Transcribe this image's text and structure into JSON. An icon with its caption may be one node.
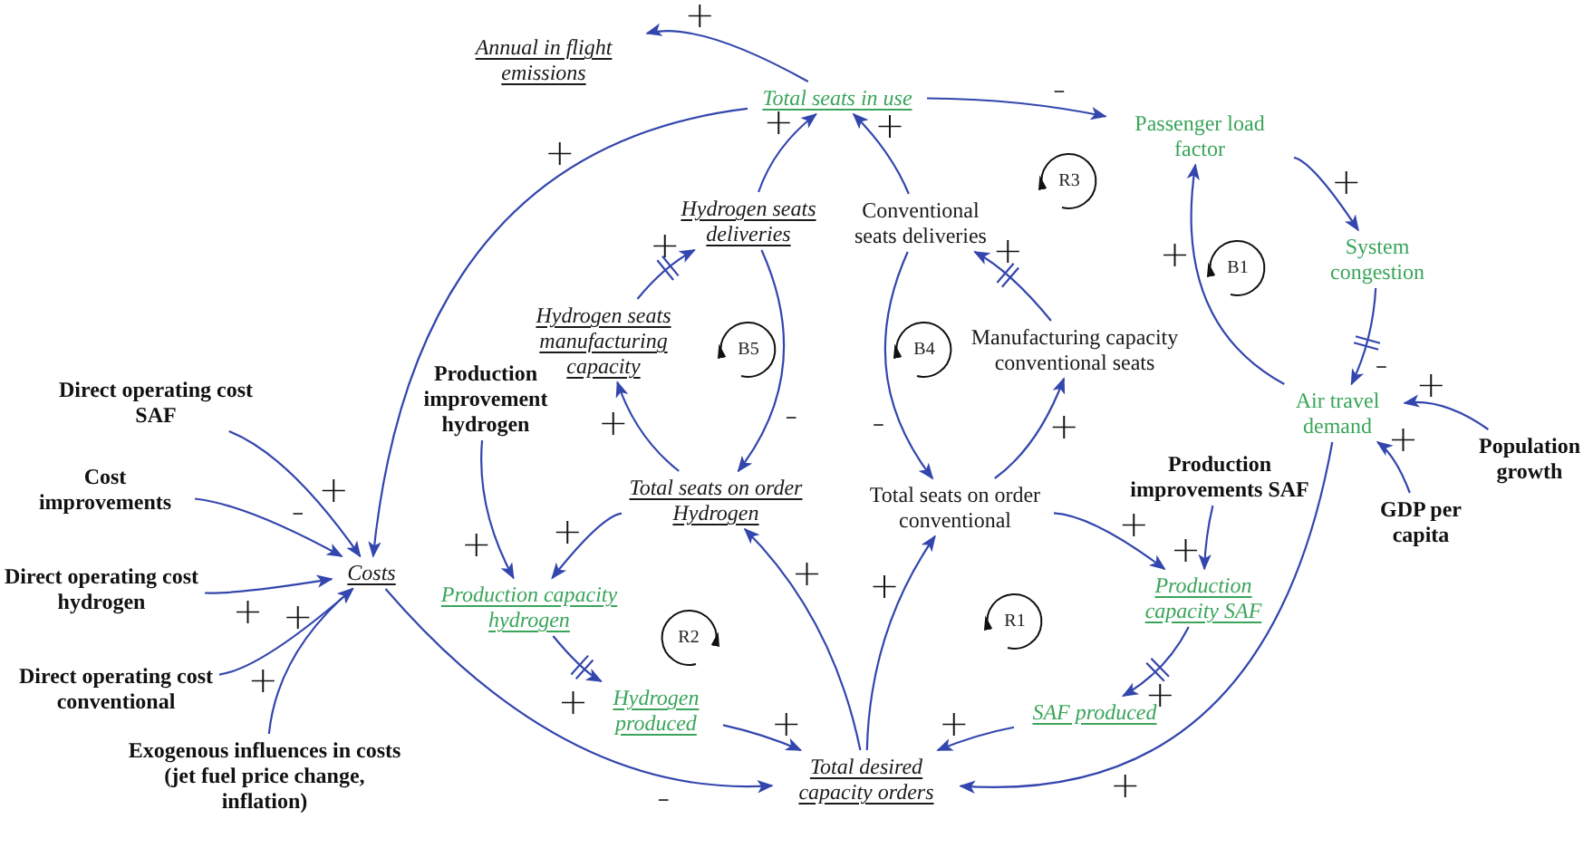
{
  "diagram": {
    "nodes": [
      {
        "text": [
          "Annual in flight emissions"
        ]
      },
      {
        "text": [
          "Total seats in use"
        ]
      },
      {
        "text": [
          "Passenger load factor"
        ]
      },
      {
        "text": [
          "Hydrogen seats deliveries"
        ]
      },
      {
        "text": [
          "Conventional seats deliveries"
        ]
      },
      {
        "text": [
          "System congestion"
        ]
      },
      {
        "text": [
          "Hydrogen seats manufacturing capacity"
        ]
      },
      {
        "text": [
          "Manufacturing capacity conventional seats"
        ]
      },
      {
        "text": [
          "Production improvement hydrogen"
        ]
      },
      {
        "text": [
          "Direct operating cost SAF"
        ]
      },
      {
        "text": [
          "Air travel demand"
        ]
      },
      {
        "text": [
          "Population growth"
        ]
      },
      {
        "text": [
          "Total seats on order Hydrogen"
        ]
      },
      {
        "text": [
          "Total seats on order conventional"
        ]
      },
      {
        "text": [
          "Production improvements SAF"
        ]
      },
      {
        "text": [
          "Cost improvements"
        ]
      },
      {
        "text": [
          "GDP per capita"
        ]
      },
      {
        "text": [
          "Costs"
        ]
      },
      {
        "text": [
          "Direct operating cost hydrogen"
        ]
      },
      {
        "text": [
          "Production capacity hydrogen"
        ]
      },
      {
        "text": [
          "Production capacity SAF"
        ]
      },
      {
        "text": [
          "Direct operating cost conventional"
        ]
      },
      {
        "text": [
          "Hydrogen produced"
        ]
      },
      {
        "text": [
          "SAF produced"
        ]
      },
      {
        "text": [
          "Exogenous influences in costs (jet fuel price change, inflation)"
        ]
      },
      {
        "text": [
          "Total desired capacity orders"
        ]
      }
    ],
    "edges": [
      {
        "from": 1,
        "to": 0,
        "arrow": "to",
        "label": "+"
      },
      {
        "from": 1,
        "to": 2,
        "arrow": "to",
        "label": "-"
      },
      {
        "from": 2,
        "to": 5,
        "arrow": "to",
        "label": "+"
      },
      {
        "from": 5,
        "to": 10,
        "arrow": "to",
        "label": "-"
      },
      {
        "from": 10,
        "to": 2,
        "arrow": "to",
        "label": "+"
      },
      {
        "from": 11,
        "to": 10,
        "arrow": "to",
        "label": "+"
      },
      {
        "from": 16,
        "to": 10,
        "arrow": "to",
        "label": "+"
      },
      {
        "from": 10,
        "to": 25,
        "arrow": "to",
        "label": "+"
      },
      {
        "from": 3,
        "to": 1,
        "arrow": "to",
        "label": "+"
      },
      {
        "from": 4,
        "to": 1,
        "arrow": "to",
        "label": "+"
      },
      {
        "from": 6,
        "to": 3,
        "arrow": "to",
        "label": "+"
      },
      {
        "from": 7,
        "to": 4,
        "arrow": "to",
        "label": "+"
      },
      {
        "from": 3,
        "to": 12,
        "arrow": "to",
        "label": "-"
      },
      {
        "from": 12,
        "to": 6,
        "arrow": "to",
        "label": "+"
      },
      {
        "from": 4,
        "to": 13,
        "arrow": "to",
        "label": "-"
      },
      {
        "from": 13,
        "to": 7,
        "arrow": "to",
        "label": "+"
      },
      {
        "from": 13,
        "to": 20,
        "arrow": "to",
        "label": "+"
      },
      {
        "from": 14,
        "to": 20,
        "arrow": "to",
        "label": "+"
      },
      {
        "from": 20,
        "to": 23,
        "arrow": "to",
        "label": "+"
      },
      {
        "from": 23,
        "to": 25,
        "arrow": "to",
        "label": "+"
      },
      {
        "from": 25,
        "to": 13,
        "arrow": "to",
        "label": "+"
      },
      {
        "from": 25,
        "to": 12,
        "arrow": "to",
        "label": "+"
      },
      {
        "from": 12,
        "to": 19,
        "arrow": "to",
        "label": "+"
      },
      {
        "from": 8,
        "to": 19,
        "arrow": "to",
        "label": "+"
      },
      {
        "from": 19,
        "to": 22,
        "arrow": "to",
        "label": "+"
      },
      {
        "from": 22,
        "to": 25,
        "arrow": "to",
        "label": "+"
      },
      {
        "from": 17,
        "to": 25,
        "arrow": "to",
        "label": "-"
      },
      {
        "from": 1,
        "to": 17,
        "arrow": "to",
        "label": "+"
      },
      {
        "from": 9,
        "to": 17,
        "arrow": "to",
        "label": "+"
      },
      {
        "from": 15,
        "to": 17,
        "arrow": "to",
        "label": "-"
      },
      {
        "from": 18,
        "to": 17,
        "arrow": "to",
        "label": "+"
      },
      {
        "from": 21,
        "to": 17,
        "arrow": "to",
        "label": "+"
      },
      {
        "from": 24,
        "to": 17,
        "arrow": "to",
        "label": "+"
      }
    ],
    "labels": [
      "R3",
      "B1",
      "B5",
      "B4",
      "R2",
      "R1"
    ]
  }
}
